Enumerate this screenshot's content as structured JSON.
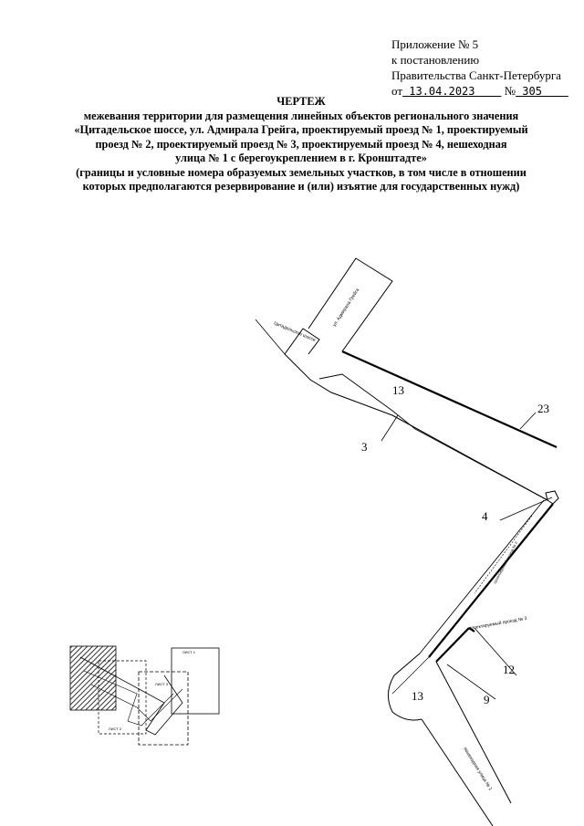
{
  "appendix": {
    "line1": "Приложение № 5",
    "line2": "к постановлению",
    "line3": "Правительства Санкт-Петербурга",
    "prefix_from": "от",
    "date": "13.04.2023",
    "prefix_no": "№",
    "number": "305"
  },
  "heading": {
    "title": "ЧЕРТЕЖ",
    "line1": "межевания территории для размещения линейных объектов регионального значения",
    "line2": "«Цитадельское шоссе, ул. Адмирала Грейга, проектируемый проезд № 1, проектируемый",
    "line3": "проезд № 2, проектируемый проезд № 3, проектируемый проезд № 4,  нешеходная",
    "line4": "улица  № 1 с берегоукреплением в г. Кронштадте»",
    "line5": "(границы и условные номера образуемых земельных участков, в том числе в отношении",
    "line6": "которых предполагаются резервирование и (или) изъятие для государственных нужд)"
  },
  "drawing": {
    "labels": {
      "parcel_13_top": "13",
      "parcel_23": "23",
      "parcel_3": "3",
      "parcel_4": "4",
      "parcel_12": "12",
      "parcel_9": "9",
      "parcel_13_bottom": "13"
    },
    "street_labels": {
      "greig": "ул. Адмирала Грейга",
      "citadel": "Цитадельское шоссе",
      "proezd2": "проектируемый проезд № 2",
      "proezd3": "проектируемый проезд № 3",
      "ulitsa1": "пешеходная улица № 1"
    },
    "inset": {
      "sheet1": "ЛИСТ 1",
      "sheet2": "ЛИСТ 2",
      "sheet3": "ЛИСТ 3"
    }
  }
}
